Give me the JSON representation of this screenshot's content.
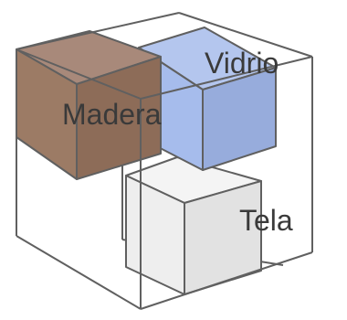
{
  "labels": {
    "wood": "Madera",
    "glass": "Vidrio",
    "fabric": "Tela"
  },
  "colors": {
    "wood_front": "#9c7b65",
    "wood_top": "#a8897a",
    "wood_side": "#8d6c58",
    "glass_front": "#a6bcec",
    "glass_top": "#b4c6ee",
    "glass_side": "#97acdc",
    "fabric_front": "#eeeeee",
    "fabric_top": "#f4f4f4",
    "fabric_side": "#e2e2e2",
    "outline": "#606060",
    "label": "#3a3a3a"
  }
}
